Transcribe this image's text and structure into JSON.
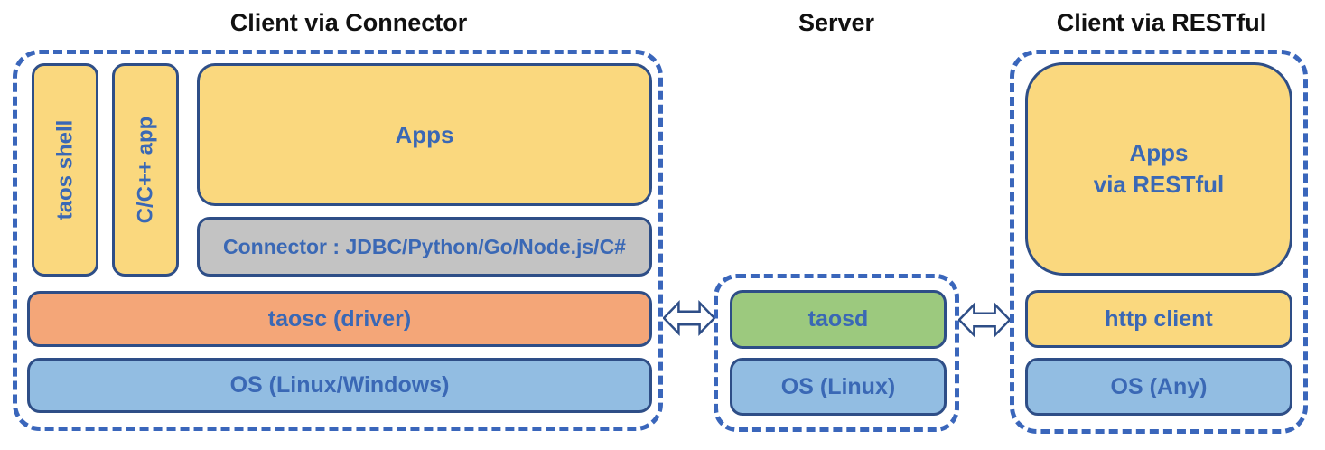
{
  "diagram": {
    "titles": {
      "connector": "Client via Connector",
      "server": "Server",
      "restful": "Client via RESTful"
    },
    "connector_section": {
      "taos_shell": "taos shell",
      "cpp_app": "C/C++ app",
      "apps": "Apps",
      "connector_bar": "Connector : JDBC/Python/Go/Node.js/C#",
      "taosc": "taosc (driver)",
      "os": "OS (Linux/Windows)"
    },
    "server_section": {
      "taosd": "taosd",
      "os": "OS (Linux)"
    },
    "restful_section": {
      "apps": "Apps\nvia RESTful",
      "http_client": "http client",
      "os": "OS (Any)"
    },
    "colors": {
      "box_yellow": "#FAD87E",
      "box_orange": "#F4A678",
      "box_blue": "#92BDE2",
      "box_green": "#9CC97E",
      "box_gray": "#C3C3C3",
      "box_border_navy": "#2E4E87",
      "dashed_border_blue": "#3A66BB",
      "label_blue": "#3A68B5",
      "title_black": "#111111",
      "arrow_fill": "#FFFFFF"
    }
  }
}
